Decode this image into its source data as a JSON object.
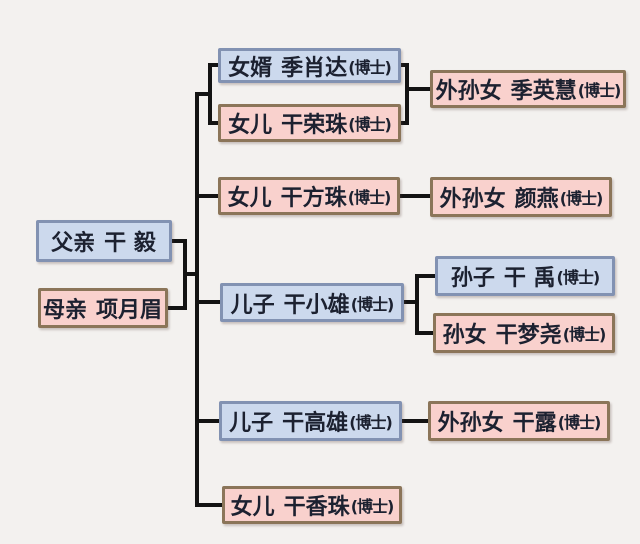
{
  "diagram": {
    "type": "family-tree",
    "degree_suffix": "(博士)",
    "colors": {
      "background": "#f3f1ef",
      "male_fill": "#ccd9ed",
      "male_border": "#8292b2",
      "female_fill": "#f9d1cd",
      "female_border": "#8b7559",
      "connector": "#131313",
      "text": "#1c2130"
    },
    "nodes": {
      "father": {
        "relation": "父亲",
        "name": "干 毅",
        "suffix": ""
      },
      "mother": {
        "relation": "母亲",
        "name": "项月眉",
        "suffix": ""
      },
      "son_in_law": {
        "relation": "女婿",
        "name": "季肖达",
        "suffix": "(博士)"
      },
      "daughter1": {
        "relation": "女儿",
        "name": "干荣珠",
        "suffix": "(博士)"
      },
      "granddaughter1": {
        "relation": "外孙女",
        "name": "季英慧",
        "suffix": "(博士)"
      },
      "daughter2": {
        "relation": "女儿",
        "name": "干方珠",
        "suffix": "(博士)"
      },
      "granddaughter2": {
        "relation": "外孙女",
        "name": "颜燕",
        "suffix": "(博士)"
      },
      "son1": {
        "relation": "儿子",
        "name": "干小雄",
        "suffix": "(博士)"
      },
      "grandson": {
        "relation": "孙子",
        "name": "干 禹",
        "suffix": "(博士)"
      },
      "granddaughter3": {
        "relation": "孙女",
        "name": "干梦尧",
        "suffix": "(博士)"
      },
      "son2": {
        "relation": "儿子",
        "name": "干高雄",
        "suffix": "(博士)"
      },
      "granddaughter4": {
        "relation": "外孙女",
        "name": "干露",
        "suffix": "(博士)"
      },
      "daughter3": {
        "relation": "女儿",
        "name": "干香珠",
        "suffix": "(博士)"
      }
    }
  }
}
